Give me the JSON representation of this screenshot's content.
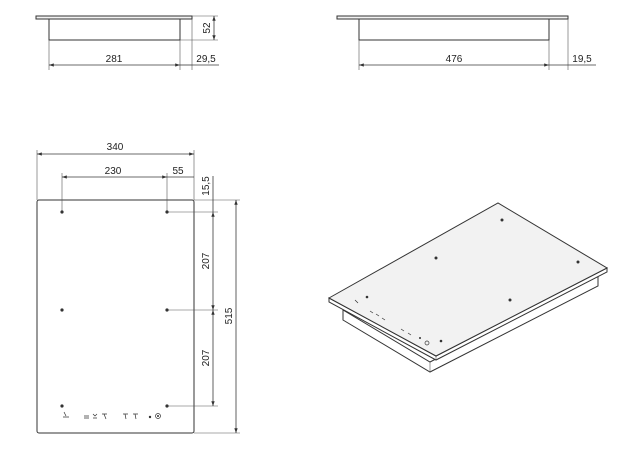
{
  "dimensions": {
    "front_height": "52",
    "front_depth": "281",
    "front_overhang": "29,5",
    "side_width": "476",
    "side_overhang": "19,5",
    "top_width": "340",
    "top_inner_span": "230",
    "top_edge_offset": "55",
    "top_offset_top": "15,5",
    "top_zone_upper": "207",
    "top_zone_lower": "207",
    "top_total_depth": "515"
  },
  "icons": {
    "control_symbols": "touch-control-icons",
    "power": "power-icon"
  }
}
